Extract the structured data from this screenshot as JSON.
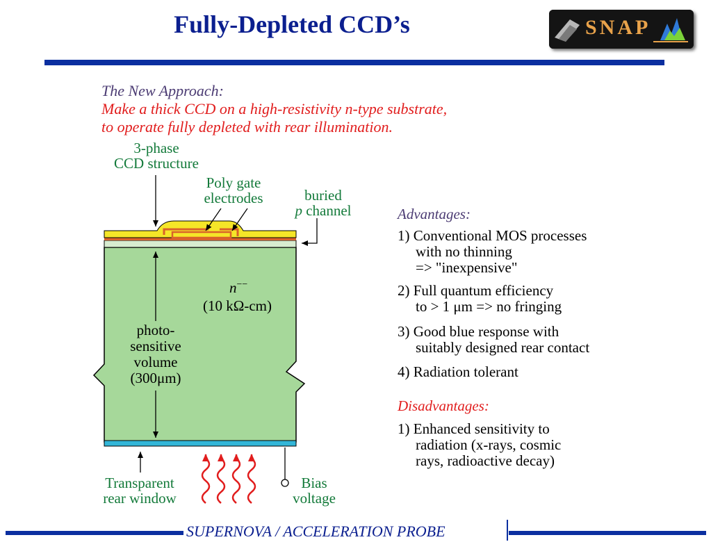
{
  "header": {
    "title": "Fully-Depleted CCD’s",
    "logo_text": "SNAP"
  },
  "intro": {
    "heading": "The New Approach:",
    "line1": "Make a thick CCD on a high-resistivity n-type substrate,",
    "line2": "to operate fully depleted with rear illumination."
  },
  "diagram": {
    "label_3phase_1": "3-phase",
    "label_3phase_2": "CCD structure",
    "label_poly_1": "Poly gate",
    "label_poly_2": "electrodes",
    "label_buried_1": "buried",
    "label_buried_p": "p",
    "label_buried_2": "channel",
    "label_n": "n",
    "label_n_sup": "−−",
    "label_resistivity": "(10 kΩ-cm)",
    "label_photo_1": "photo-",
    "label_photo_2": "sensitive",
    "label_photo_3": "volume",
    "label_photo_4": "(300μm)",
    "label_rear_1": "Transparent",
    "label_rear_2": "rear window",
    "label_bias_1": "Bias",
    "label_bias_2": "voltage"
  },
  "advantages": {
    "heading": "Advantages:",
    "items": [
      {
        "num": "1)",
        "lines": [
          "Conventional MOS processes",
          "with no thinning",
          "=>  \"inexpensive\""
        ]
      },
      {
        "num": "2)",
        "lines": [
          "Full quantum efficiency",
          "to  > 1 μm => no fringing"
        ]
      },
      {
        "num": "3)",
        "lines": [
          "Good blue response with",
          "suitably designed rear contact"
        ]
      },
      {
        "num": "4)",
        "lines": [
          "Radiation tolerant"
        ]
      }
    ]
  },
  "disadvantages": {
    "heading": "Disadvantages:",
    "items": [
      {
        "num": "1)",
        "lines": [
          "Enhanced sensitivity to",
          "radiation (x-rays, cosmic",
          "rays, radioactive decay)"
        ]
      }
    ]
  },
  "footer": {
    "text": "SUPERNOVA  /  ACCELERATION PROBE"
  },
  "colors": {
    "title_blue": "#0b1f8f",
    "bar_blue": "#0b2fa0",
    "substrate_green": "#a6d89a",
    "gate_yellow": "#f5e628",
    "oxide_orange": "#d9622b",
    "channel_lightgreen": "#d8ecd0",
    "rear_window_cyan": "#33b6d8",
    "label_green": "#137a3a",
    "arrow_red": "#e11d1d"
  }
}
